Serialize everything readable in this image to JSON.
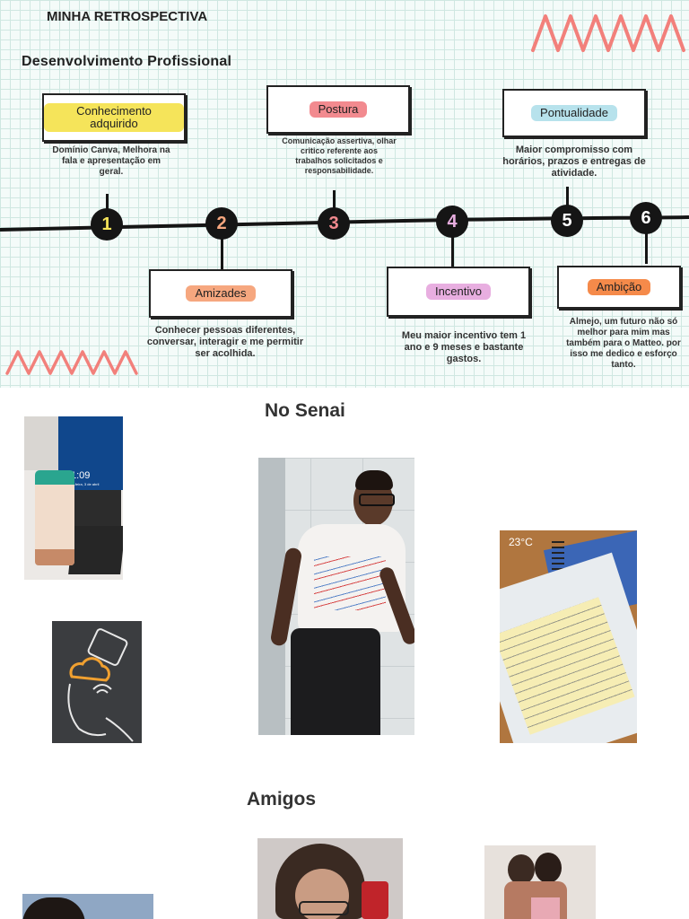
{
  "header": {
    "title": "MINHA RETROSPECTIVA",
    "subtitle": "Desenvolvimento Profissional"
  },
  "timeline": {
    "milestones": [
      {
        "number": "1",
        "label": "Conhecimento adquirido",
        "description": "Domínio Canva, Melhora na fala e apresentação em geral.",
        "highlight": "#f5e45a",
        "number_color": "#f5e45a"
      },
      {
        "number": "2",
        "label": "Amizades",
        "description": "Conhecer pessoas diferentes, conversar, interagir e me permitir ser acolhida.",
        "highlight": "#f6a77f",
        "number_color": "#f6a77f"
      },
      {
        "number": "3",
        "label": "Postura",
        "description": "Comunicação assertiva, olhar critico referente aos trabalhos solicitados e responsabilidade.",
        "highlight": "#f28a8f",
        "number_color": "#f28a8f"
      },
      {
        "number": "4",
        "label": "Incentivo",
        "description": "Meu maior incentivo tem 1 ano e 9 meses e bastante gastos.",
        "highlight": "#e8aee0",
        "number_color": "#e8aee0"
      },
      {
        "number": "5",
        "label": "Pontualidade",
        "description": "Maior compromisso com horários, prazos e entregas de atividade.",
        "highlight": "#b7e2ec",
        "number_color": "#ffffff"
      },
      {
        "number": "6",
        "label": "Ambição",
        "description": "Almejo, um futuro não só melhor para mim mas também para o Matteo. por isso me dedico e esforço tanto.",
        "highlight": "#f58a4a",
        "number_color": "#ffffff"
      }
    ]
  },
  "sections": {
    "senai": "No Senai",
    "friends": "Amigos"
  },
  "photos": {
    "clock_time": "1:09",
    "clock_date": "sexta-feira, 3 de abril",
    "temperature": "23°C"
  },
  "colors": {
    "zigzag": "#f2807b",
    "line": "#151515"
  }
}
